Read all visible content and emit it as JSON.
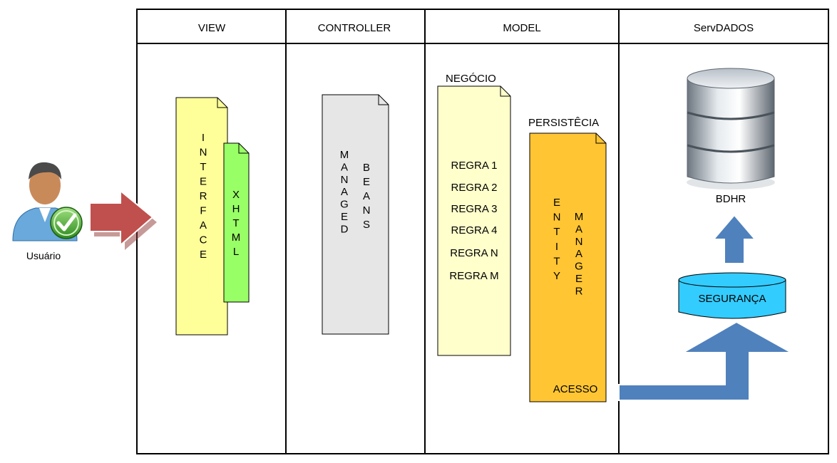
{
  "columns": [
    {
      "id": "view",
      "label": "VIEW"
    },
    {
      "id": "controller",
      "label": "CONTROLLER"
    },
    {
      "id": "model",
      "label": "MODEL"
    },
    {
      "id": "serv",
      "label": "ServDADOS"
    }
  ],
  "user": {
    "label": "Usuário"
  },
  "view": {
    "interface": "INTERFACE",
    "xhtml": "XHTML"
  },
  "controller": {
    "managed": "MANAGED",
    "beans": "BEANS"
  },
  "model": {
    "negocio_title": "NEGÓCIO",
    "rules": [
      "REGRA 1",
      "REGRA 2",
      "REGRA 3",
      "REGRA 4",
      "REGRA N",
      "REGRA M"
    ],
    "persistencia_title": "PERSISTÊCIA",
    "entity": "ENTITY",
    "manager": "MANAGER",
    "acesso": "ACESSO"
  },
  "serv": {
    "database_label": "BDHR",
    "security_label": "SEGURANÇA"
  },
  "colors": {
    "interface_doc": "#FFFF99",
    "xhtml_doc": "#99FF66",
    "beans_doc": "#E6E6E6",
    "negocio_doc": "#FFFFCC",
    "persistencia_doc": "#FFC533",
    "seguranca": "#33CCFF",
    "blue_arrow": "#4F81BD",
    "red_arrow": "#C0504D"
  }
}
